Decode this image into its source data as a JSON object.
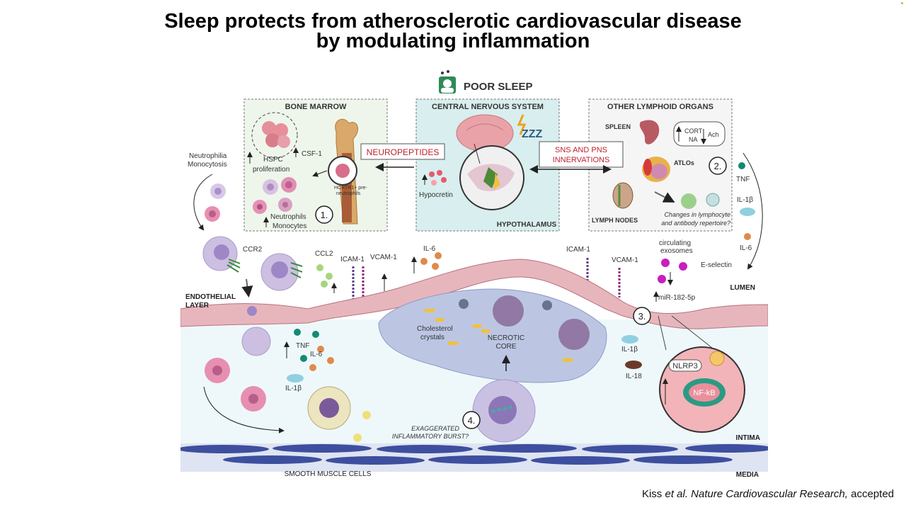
{
  "slide": {
    "title_line1": "Sleep protects from atherosclerotic cardiovascular disease",
    "title_line2": "by modulating inflammation",
    "citation_authors": "Kiss ",
    "citation_etal": "et al.",
    "citation_journal": " Nature Cardiovascular Research,",
    "citation_status": " accepted"
  },
  "figure": {
    "poor_sleep": "POOR SLEEP",
    "panels": {
      "bone_marrow": "BONE MARROW",
      "cns": "CENTRAL NERVOUS SYSTEM",
      "lymphoid": "OTHER LYMPHOID ORGANS"
    },
    "labels": {
      "neutrophilia_1": "Neutrophilia",
      "neutrophilia_2": "Monocytosis",
      "hspc_1": "HSPC",
      "hspc_2": "proliferation",
      "csf1": "CSF-1",
      "neut_mono_1": "Neutrophils",
      "neut_mono_2": "Monocytes",
      "hcrtr1_1": "HCRTR1+ pre-",
      "hcrtr1_2": "neutrophils",
      "neuropeptides": "NEUROPEPTIDES",
      "hypocretin": "Hypocretin",
      "hypothalamus": "HYPOTHALAMUS",
      "zzz": "ZZZ",
      "sns_1": "SNS AND PNS",
      "sns_2": "INNERVATIONS",
      "spleen": "SPLEEN",
      "cort": "CORT",
      "na": "NA",
      "ach": "Ach",
      "atlos": "ATLOs",
      "lymph_nodes": "LYMPH NODES",
      "changes_1": "Changes in lymphocyte",
      "changes_2": "and antibody repertoire?",
      "tnf_right": "TNF",
      "il1b_right": "IL-1β",
      "il6_right": "IL-6",
      "ccr2": "CCR2",
      "ccl2": "CCL2",
      "icam_left": "ICAM-1",
      "vcam_left": "VCAM-1",
      "il6_mid": "IL-6",
      "icam_right": "ICAM-1",
      "vcam_right": "VCAM-1",
      "circ_1": "circulating",
      "circ_2": "exosomes",
      "eselectin": "E-selectin",
      "mir": "miR-182-5p",
      "lumen": "LUMEN",
      "endo_1": "ENDOTHELIAL",
      "endo_2": "LAYER",
      "cholesterol_1": "Cholesterol",
      "cholesterol_2": "crystals",
      "necrotic_1": "NECROTIC",
      "necrotic_2": "CORE",
      "tnf_int": "TNF",
      "il6_int": "IL-6",
      "il1b_int": "IL-1β",
      "il1b_plaque": "IL-1β",
      "il18": "IL-18",
      "nlrp3": "NLRP3",
      "nfkb": "NF-kB",
      "exag_1": "EXAGGERATED",
      "exag_2": "INFLAMMATORY BURST?",
      "intima": "INTIMA",
      "media": "MEDIA",
      "smooth_muscle": "SMOOTH MUSCLE CELLS"
    },
    "steps": [
      "1.",
      "2.",
      "3.",
      "4."
    ]
  },
  "colors": {
    "pink": "#d9768f",
    "purple": "#8d76b8",
    "red_text": "#c0202f",
    "teal_bg": "#d9eeee",
    "muscle_blue": "#3d4f9e",
    "teal_dot": "#138a74",
    "orange_dot": "#e08a4a"
  }
}
